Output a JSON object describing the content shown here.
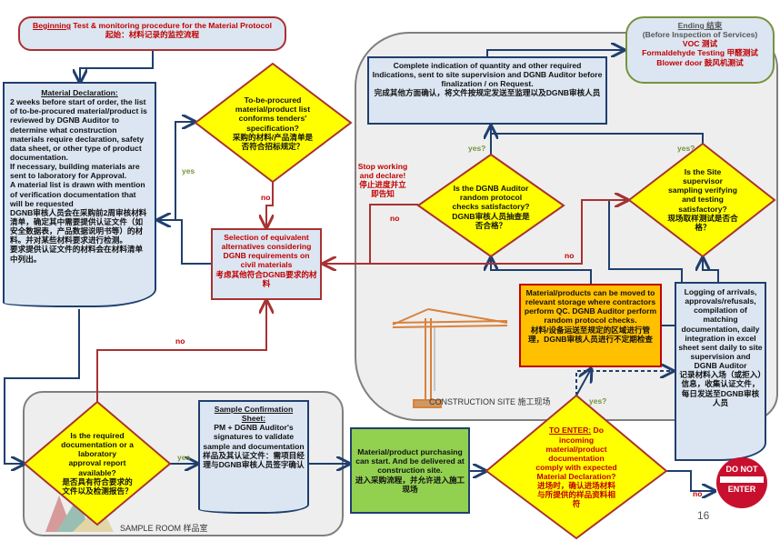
{
  "start": {
    "title_prefix": "Beginning",
    "title": " Test & monitoring procedure for the Material Protocol",
    "title_cn": "起始：材料记录的监控流程"
  },
  "material_declaration": {
    "heading": "Material Declaration:",
    "lines": [
      "2 weeks before start of order, the list of to-be-procured material/product is reviewed by DGNB Auditor to determine what construction materials require declaration, safety data sheet, or other type of product documentation.",
      "If necessary, building materials are sent to laboratory for Approval.",
      "A material list is drawn with mention of verification documentation that will be requested",
      "DGNB审核人员会在采购前2周审核材料清单，确定其中需要提供认证文件（如安全数据表，产品数据说明书等）的材料。并对某些材料要求进行检测。",
      "要求提供认证文件的材料会在材料清单中列出。"
    ]
  },
  "decision_spec": {
    "text": "To-be-procured material/product list conforms tenders' specification?",
    "text_cn": "采购的材料/产品清单是否符合招标规定？"
  },
  "selection": {
    "text": "Selection of equivalent alternatives considering DGNB requirements on civil materials",
    "text_cn": "考虑其他符合DGNB要求的材料"
  },
  "complete": {
    "text": "Complete indication of quantity and other required Indications, sent to site supervision and DGNB Auditor before finalization / on Request.",
    "text_cn": "完成其他方面确认，将文件按规定发送至监理以及DGNB审核人员"
  },
  "ending": {
    "title": "Ending 结束",
    "subtitle": "(Before Inspection of Services)",
    "items": [
      "VOC 测试",
      "Formaldehyde Testing 甲醛测试",
      "Blower door 鼓风机测试"
    ]
  },
  "stop": {
    "text": "Stop working and declare!",
    "text_cn": "停止进度并立即告知"
  },
  "decision_auditor": {
    "text": "Is the DGNB Auditor random protocol checks satisfactory?",
    "text_cn": "DGNB审核人员抽查是否合格？"
  },
  "decision_site": {
    "text": "Is the Site supervisor sampling verifying and testing satisfactory?",
    "text_cn": "现场取样测试是否合格？"
  },
  "storage": {
    "text": "Material/products can be moved to relevant storage where contractors perform QC. DGNB Auditor perform random protocol checks.",
    "text_cn": "材料/设备运送至规定的区域进行管理，DGNB审核人员进行不定期检查"
  },
  "logging": {
    "text": "Logging of arrivals, approvals/refusals, compilation of matching documentation, daily integration in excel sheet sent daily to site supervision and DGNB Auditor",
    "text_cn": "记录材料入场（或拒入）信息，收集认证文件，每日发送至DGNB审核人员"
  },
  "construction_site_label": "CONSTRUCTION SITE 施工现场",
  "sample_room_label": "SAMPLE ROOM 样品室",
  "decision_docs": {
    "text": "Is the required documentation or a laboratory approval report available?",
    "text_cn": "是否具有符合要求的文件以及检测报告？"
  },
  "sample_sheet": {
    "heading": "Sample Confirmation Sheet:",
    "text": "PM + DGNB Auditor's signatures to validate sample and documentation",
    "text_cn": "样品及其认证文件：需项目经理与DGNB审核人员签字确认"
  },
  "purchasing": {
    "text": "Material/product purchasing can start. And be delivered at construction site.",
    "text_cn": "进入采购流程，并允许进入施工现场"
  },
  "decision_enter": {
    "prefix": "TO ENTER:",
    "text": " Do incoming material/product documentation comply with expected Material Declaration?",
    "text_cn": "进场时，确认进场材料与所提供的样品资料相符"
  },
  "sign": {
    "line1": "DO NOT",
    "line2": "ENTER"
  },
  "labels": {
    "yes": "yes",
    "no": "no",
    "yes_q": "yes?"
  },
  "page_number": "16",
  "colors": {
    "blue_line": "#1f3f6e",
    "red_line": "#a83232",
    "diamond": "#ffff00",
    "green": "#92d050",
    "orange": "#ffc000",
    "box": "#dce6f2"
  }
}
